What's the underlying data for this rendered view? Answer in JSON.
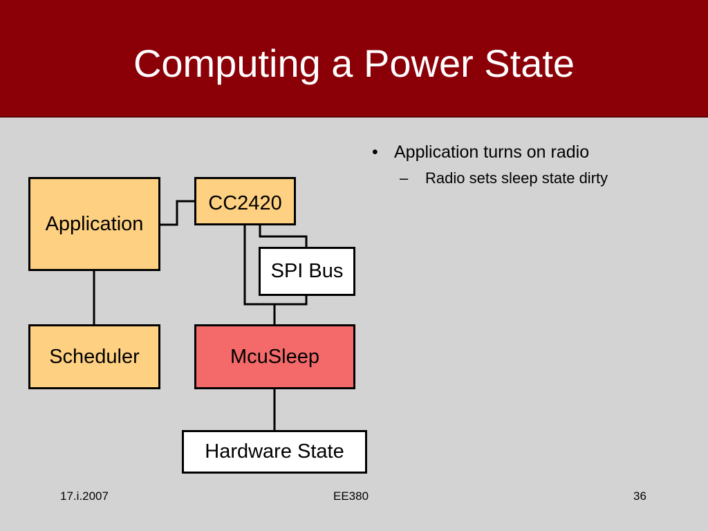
{
  "slide": {
    "title": "Computing a Power State",
    "bullets": [
      {
        "text": "Application turns on radio",
        "subbullets": [
          "Radio sets sleep state dirty"
        ]
      }
    ],
    "diagram": {
      "nodes": [
        {
          "id": "application",
          "label": "Application",
          "fill": "#fed081"
        },
        {
          "id": "scheduler",
          "label": "Scheduler",
          "fill": "#fed081"
        },
        {
          "id": "cc2420",
          "label": "CC2420",
          "fill": "#fed081"
        },
        {
          "id": "spi_bus",
          "label": "SPI Bus",
          "fill": "#ffffff"
        },
        {
          "id": "mcusleep",
          "label": "McuSleep",
          "fill": "#f46a6a"
        },
        {
          "id": "hardware_state",
          "label": "Hardware State",
          "fill": "#ffffff"
        }
      ],
      "edges": [
        [
          "application",
          "cc2420"
        ],
        [
          "application",
          "scheduler"
        ],
        [
          "cc2420",
          "spi_bus"
        ],
        [
          "spi_bus",
          "mcusleep"
        ],
        [
          "mcusleep",
          "hardware_state"
        ]
      ]
    },
    "footer": {
      "date": "17.i.2007",
      "course": "EE380",
      "page": "36"
    },
    "colors": {
      "title_bar": "#8b0007",
      "background": "#d3d3d3"
    }
  }
}
